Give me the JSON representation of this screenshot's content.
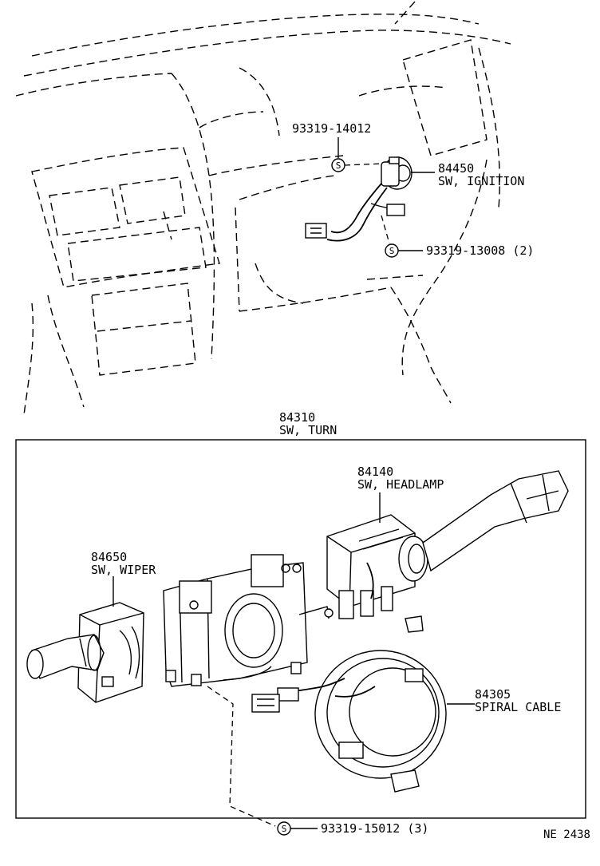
{
  "callouts": {
    "screw_top": "93319-14012",
    "ignition_no": "84450",
    "ignition_name": "SW, IGNITION",
    "screw_mid": "93319-13008 (2)",
    "turn_no": "84310",
    "turn_name": "SW, TURN",
    "headlamp_no": "84140",
    "headlamp_name": "SW, HEADLAMP",
    "wiper_no": "84650",
    "wiper_name": "SW, WIPER",
    "spiral_no": "84305",
    "spiral_name": "SPIRAL CABLE",
    "screw_bottom": "93319-15012 (3)"
  },
  "screw_symbol": "S",
  "figure_ref": "NE 2438"
}
